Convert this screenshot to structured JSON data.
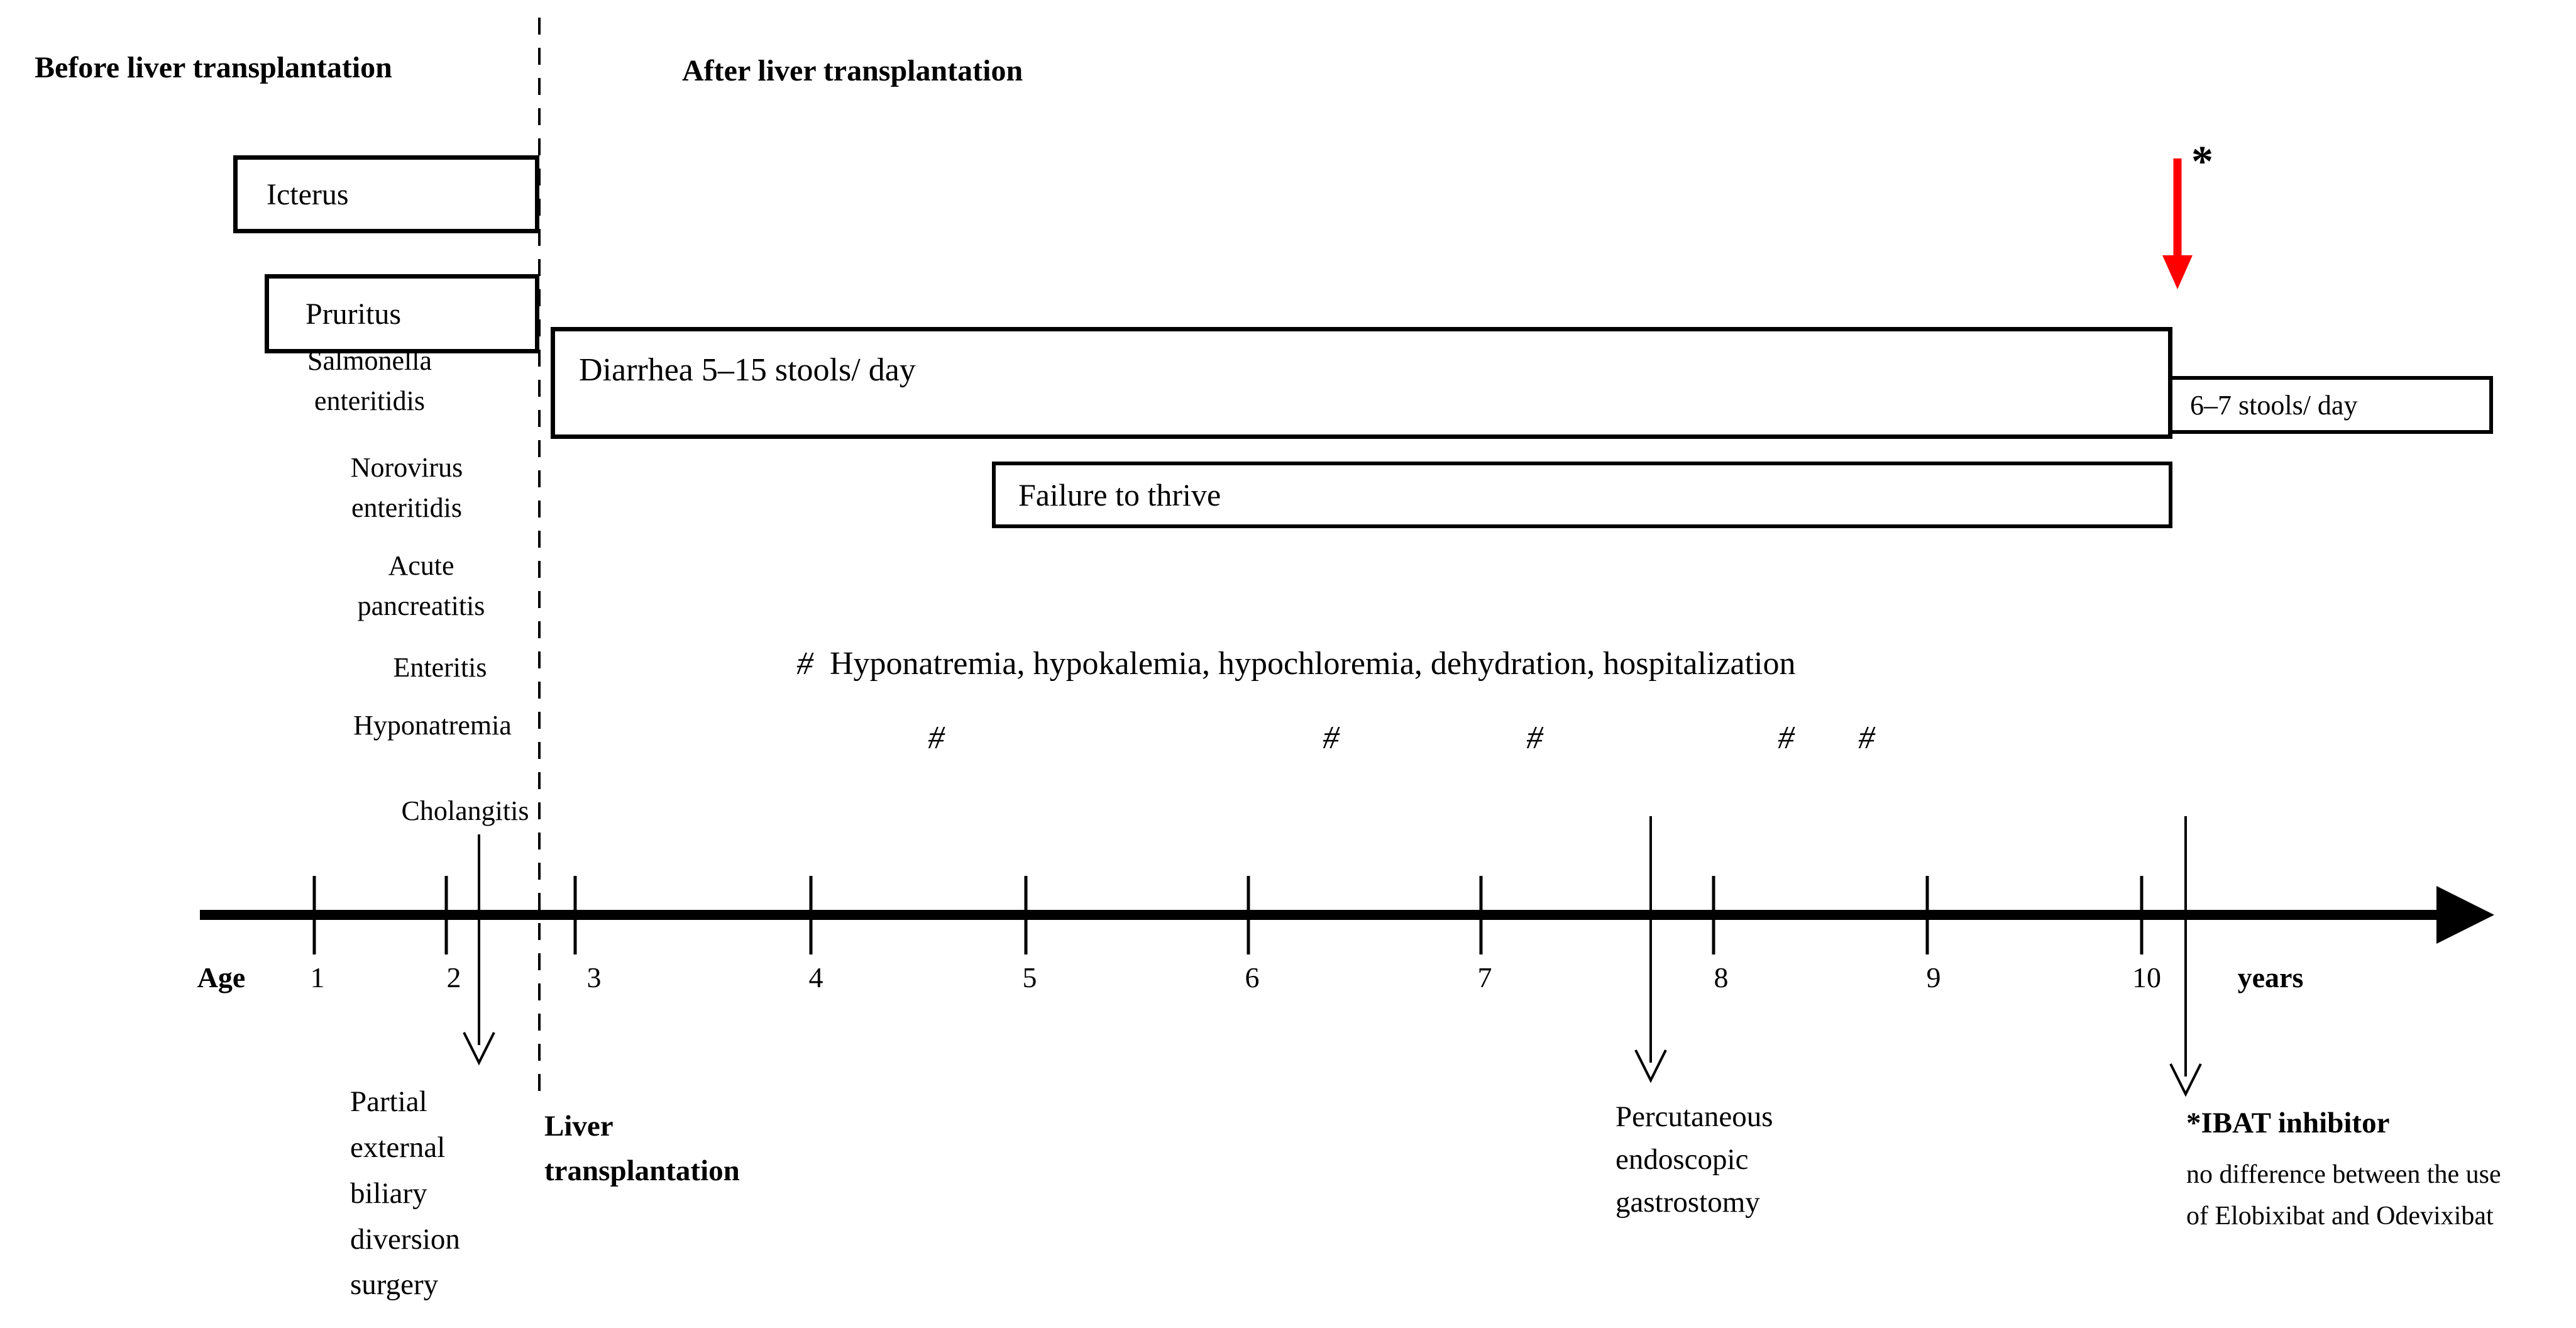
{
  "colors": {
    "ink": "#000000",
    "paper": "#ffffff",
    "ibat_arrow_red": "#ff0000"
  },
  "headers": {
    "before": "Before liver transplantation",
    "after": "After liver transplantation"
  },
  "pre_events": {
    "icterus": "Icterus",
    "pruritus": "Pruritus",
    "conditions": [
      {
        "label": "Salmonella\nenteritidis"
      },
      {
        "label": "Norovirus\nenteritidis"
      },
      {
        "label": "Acute\npancreatitis"
      },
      {
        "label": "Enteritis"
      },
      {
        "label": "Hyponatremia"
      },
      {
        "label": "Cholangitis"
      }
    ]
  },
  "bars": {
    "diarrhea": {
      "label": "Diarrhea 5–15 stools/ day",
      "start_year": 2.8,
      "end_year": 10.1
    },
    "stools": {
      "label": "6–7 stools/ day",
      "start_year": 10.1,
      "end_year": 11.5
    },
    "failure": {
      "label": "Failure to thrive",
      "start_year": 4.8,
      "end_year": 10.1
    }
  },
  "hash_events": {
    "symbol": "#",
    "legend": "Hyponatremia, hypokalemia, hypochloremia, dehydration, hospitalization",
    "occurrences_years": [
      4.6,
      6.4,
      7.2,
      8.3,
      8.7
    ]
  },
  "axis": {
    "age_label": "Age",
    "unit_label": "years",
    "ticks": [
      "1",
      "2",
      "3",
      "4",
      "5",
      "6",
      "7",
      "8",
      "9",
      "10"
    ]
  },
  "annotations": {
    "pebd": {
      "label": "Partial\nexternal\nbiliary\ndiversion\nsurgery",
      "year": 2.3
    },
    "transplant": {
      "label": "Liver\ntransplantation",
      "year": 2.7
    },
    "peg": {
      "label": "Percutaneous\nendoscopic\ngastrostomy",
      "year": 7.7
    },
    "ibat": {
      "marker": "*",
      "title": "*IBAT inhibitor",
      "note": "no difference between the use\nof Elobixibat and Odevixibat",
      "year": 10.2
    }
  }
}
